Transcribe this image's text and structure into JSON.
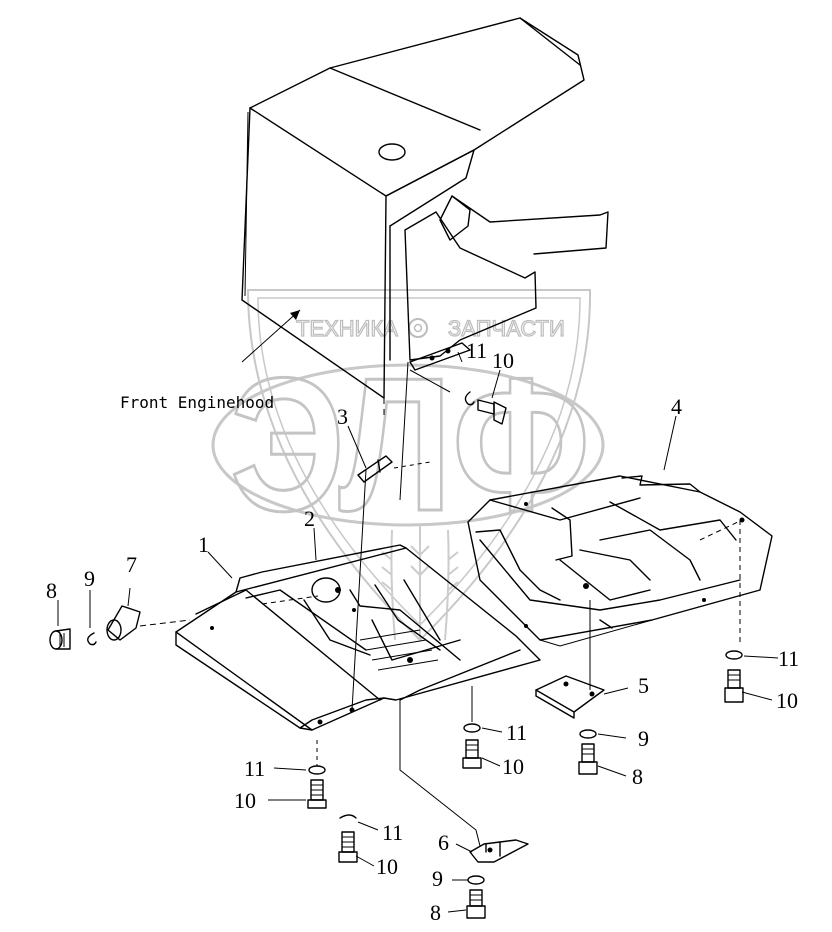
{
  "watermark": {
    "line1_left": "ТЕХНИКА",
    "line1_right": "ЗАПЧАСТИ",
    "big": "ЭЛФ"
  },
  "caption": "Front Enginehood",
  "callouts": {
    "c1": "1",
    "c2": "2",
    "c3": "3",
    "c4": "4",
    "c5": "5",
    "c6": "6",
    "c7": "7",
    "c8a": "8",
    "c8b": "8",
    "c8c": "8",
    "c9a": "9",
    "c9b": "9",
    "c9c": "9",
    "c10a": "10",
    "c10b": "10",
    "c10c": "10",
    "c10d": "10",
    "c10e": "10",
    "c11a": "11",
    "c11b": "11",
    "c11c": "11",
    "c11d": "11",
    "c11e": "11"
  }
}
